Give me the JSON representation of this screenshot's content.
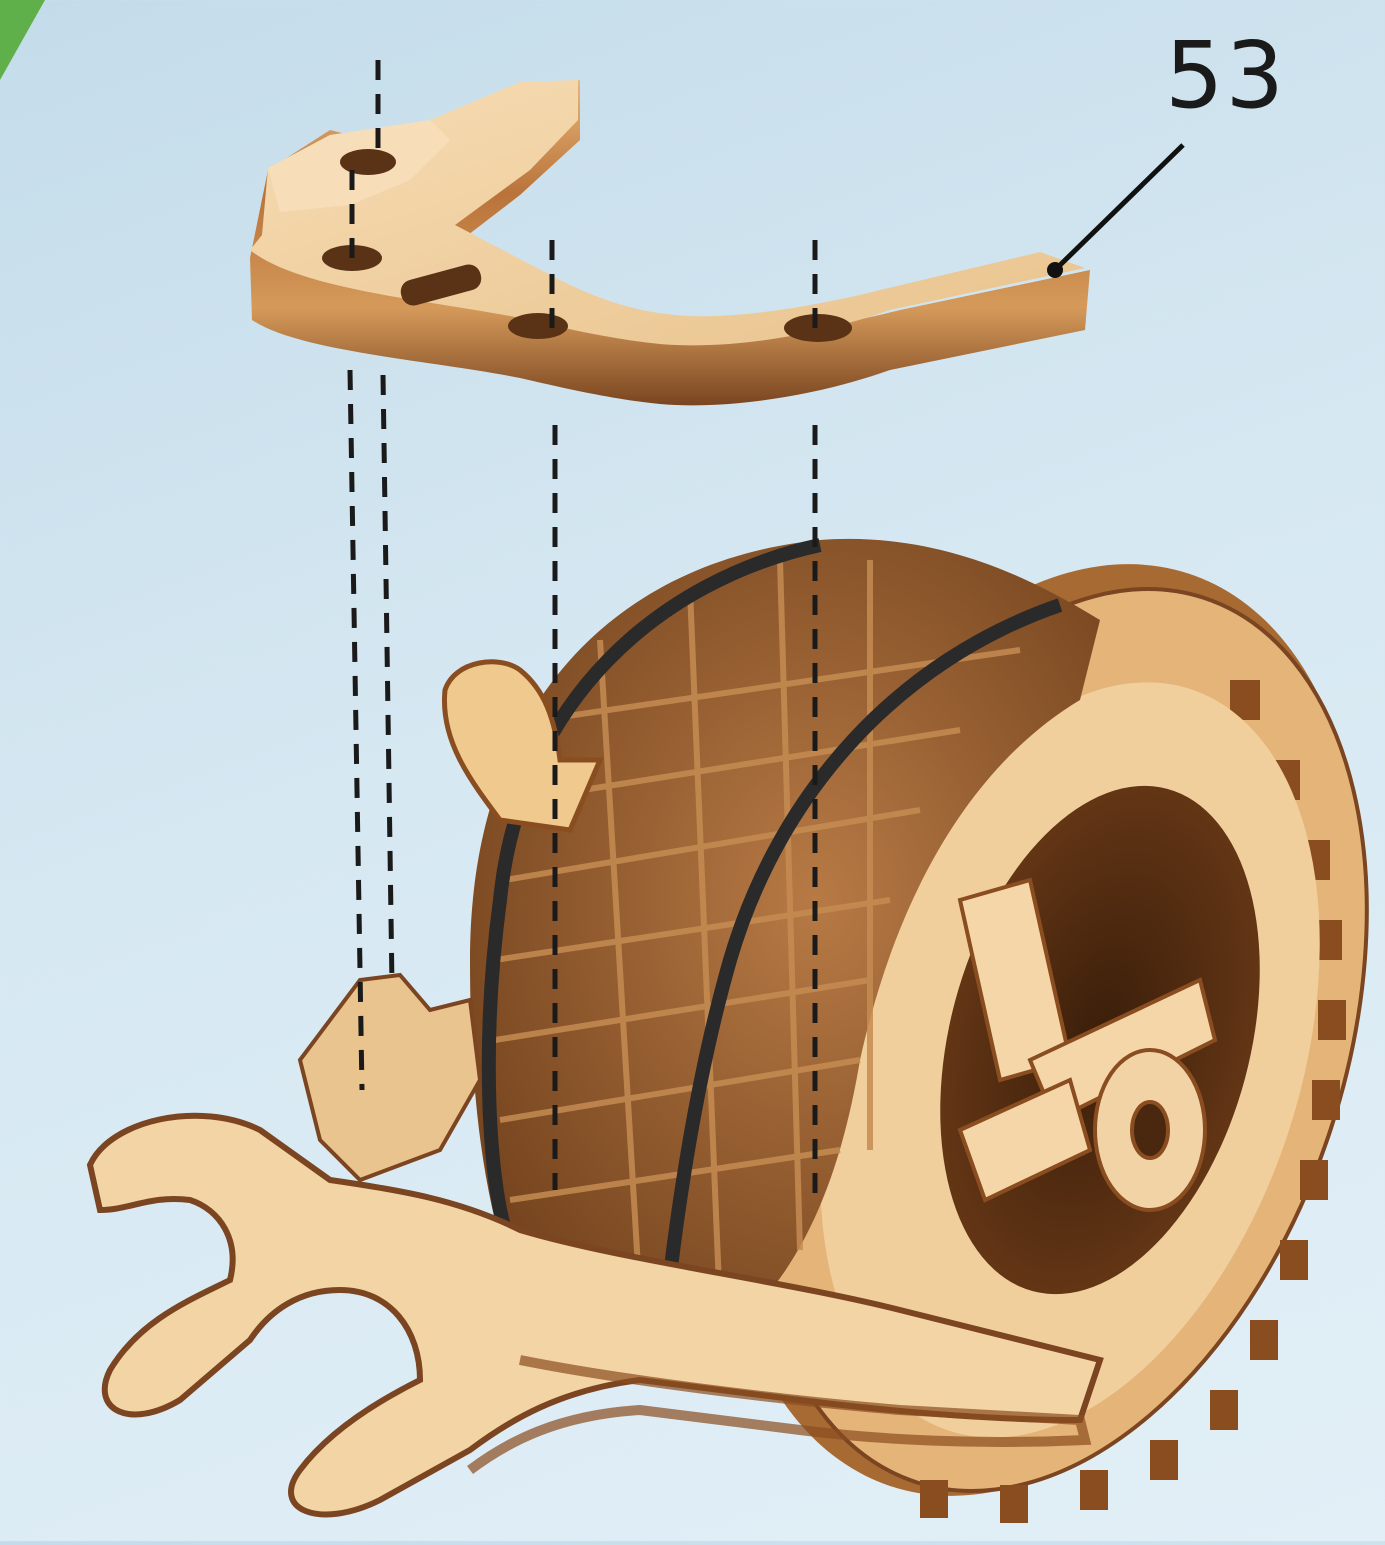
{
  "diagram": {
    "part_number": "53",
    "colors": {
      "background": "#d3e6f1",
      "wood_light": "#f2d3a6",
      "wood_mid": "#c98f52",
      "wood_dark": "#7a4520",
      "wood_deep": "#4a2810",
      "guide_line": "#1a1a1a",
      "corner_accent": "#5fb04a"
    },
    "icons": [
      "bracket-part",
      "wheel-assembly",
      "gear",
      "guide-lines",
      "leader-line"
    ]
  }
}
